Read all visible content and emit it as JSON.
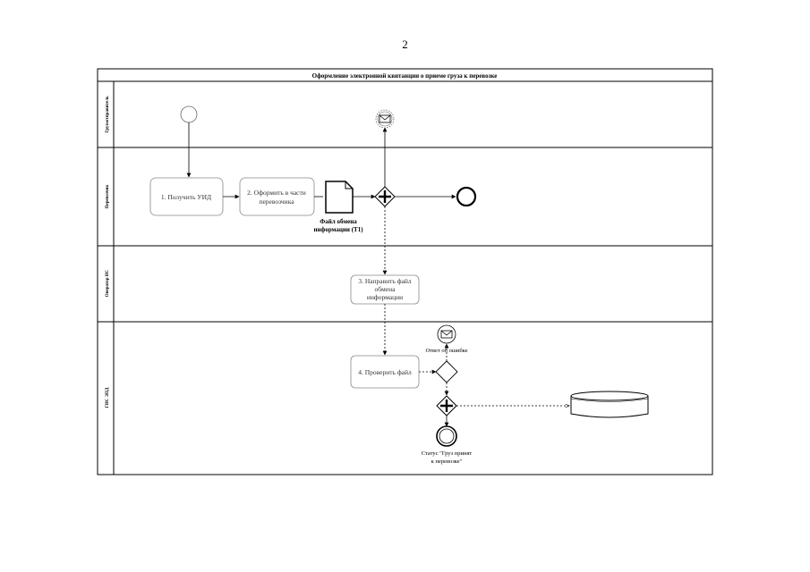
{
  "page_number": "2",
  "pool": {
    "title": "Оформление электронной квитанции о приеме груза к перевозке"
  },
  "lanes": [
    {
      "label": "Грузоотправитель"
    },
    {
      "label": "Перевозчик"
    },
    {
      "label": "Оператор ИС"
    },
    {
      "label": "ГИС ЭПД"
    }
  ],
  "tasks": {
    "t1": {
      "line1": "1. Получить  УИД"
    },
    "t2": {
      "line1": "2. Оформить в части",
      "line2": "перевозчика"
    },
    "t3": {
      "line1": "3. Направить файл",
      "line2": "обмена",
      "line3": "информации"
    },
    "t4": {
      "line1": "4. Проверить файл"
    }
  },
  "data_object": {
    "line1": "Файл обмена",
    "line2": "информации (Т1)"
  },
  "events": {
    "error_message": "Ответ об ошибке",
    "final_status_line1": "Статус \"Груз принят",
    "final_status_line2": "к перевозке\""
  }
}
